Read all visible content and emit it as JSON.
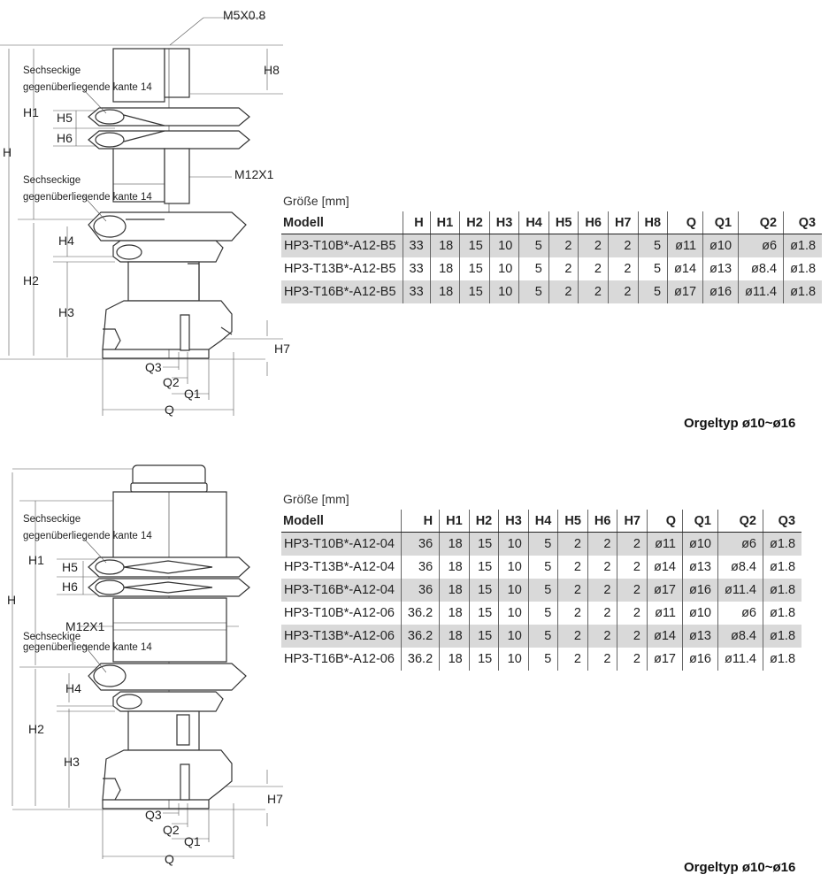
{
  "top": {
    "diagram": {
      "thread_top": "M5X0.8",
      "thread_mid": "M12X1",
      "hex_note_line1": "Sechseckige",
      "hex_note_line2": "gegenüberliegende kante 14",
      "labels": {
        "H": "H",
        "H1": "H1",
        "H2": "H2",
        "H3": "H3",
        "H4": "H4",
        "H5": "H5",
        "H6": "H6",
        "H7": "H7",
        "H8": "H8",
        "Q": "Q",
        "Q1": "Q1",
        "Q2": "Q2",
        "Q3": "Q3"
      }
    },
    "size_label": "Größe [mm]",
    "columns": [
      "Modell",
      "H",
      "H1",
      "H2",
      "H3",
      "H4",
      "H5",
      "H6",
      "H7",
      "H8",
      "Q",
      "Q1",
      "Q2",
      "Q3"
    ],
    "rows": [
      [
        "HP3-T10B*-A12-B5",
        "33",
        "18",
        "15",
        "10",
        "5",
        "2",
        "2",
        "2",
        "5",
        "ø11",
        "ø10",
        "ø6",
        "ø1.8"
      ],
      [
        "HP3-T13B*-A12-B5",
        "33",
        "18",
        "15",
        "10",
        "5",
        "2",
        "2",
        "2",
        "5",
        "ø14",
        "ø13",
        "ø8.4",
        "ø1.8"
      ],
      [
        "HP3-T16B*-A12-B5",
        "33",
        "18",
        "15",
        "10",
        "5",
        "2",
        "2",
        "2",
        "5",
        "ø17",
        "ø16",
        "ø11.4",
        "ø1.8"
      ]
    ],
    "caption": "Orgeltyp ø10~ø16"
  },
  "bottom": {
    "diagram": {
      "thread_mid": "M12X1",
      "hex_note_line1": "Sechseckige",
      "hex_note_line2": "gegenüberliegende kante 14",
      "labels": {
        "H": "H",
        "H1": "H1",
        "H2": "H2",
        "H3": "H3",
        "H4": "H4",
        "H5": "H5",
        "H6": "H6",
        "H7": "H7",
        "Q": "Q",
        "Q1": "Q1",
        "Q2": "Q2",
        "Q3": "Q3"
      }
    },
    "size_label": "Größe [mm]",
    "columns": [
      "Modell",
      "H",
      "H1",
      "H2",
      "H3",
      "H4",
      "H5",
      "H6",
      "H7",
      "Q",
      "Q1",
      "Q2",
      "Q3"
    ],
    "rows": [
      [
        "HP3-T10B*-A12-04",
        "36",
        "18",
        "15",
        "10",
        "5",
        "2",
        "2",
        "2",
        "ø11",
        "ø10",
        "ø6",
        "ø1.8"
      ],
      [
        "HP3-T13B*-A12-04",
        "36",
        "18",
        "15",
        "10",
        "5",
        "2",
        "2",
        "2",
        "ø14",
        "ø13",
        "ø8.4",
        "ø1.8"
      ],
      [
        "HP3-T16B*-A12-04",
        "36",
        "18",
        "15",
        "10",
        "5",
        "2",
        "2",
        "2",
        "ø17",
        "ø16",
        "ø11.4",
        "ø1.8"
      ],
      [
        "HP3-T10B*-A12-06",
        "36.2",
        "18",
        "15",
        "10",
        "5",
        "2",
        "2",
        "2",
        "ø11",
        "ø10",
        "ø6",
        "ø1.8"
      ],
      [
        "HP3-T13B*-A12-06",
        "36.2",
        "18",
        "15",
        "10",
        "5",
        "2",
        "2",
        "2",
        "ø14",
        "ø13",
        "ø8.4",
        "ø1.8"
      ],
      [
        "HP3-T16B*-A12-06",
        "36.2",
        "18",
        "15",
        "10",
        "5",
        "2",
        "2",
        "2",
        "ø17",
        "ø16",
        "ø11.4",
        "ø1.8"
      ]
    ],
    "caption": "Orgeltyp ø10~ø16"
  }
}
